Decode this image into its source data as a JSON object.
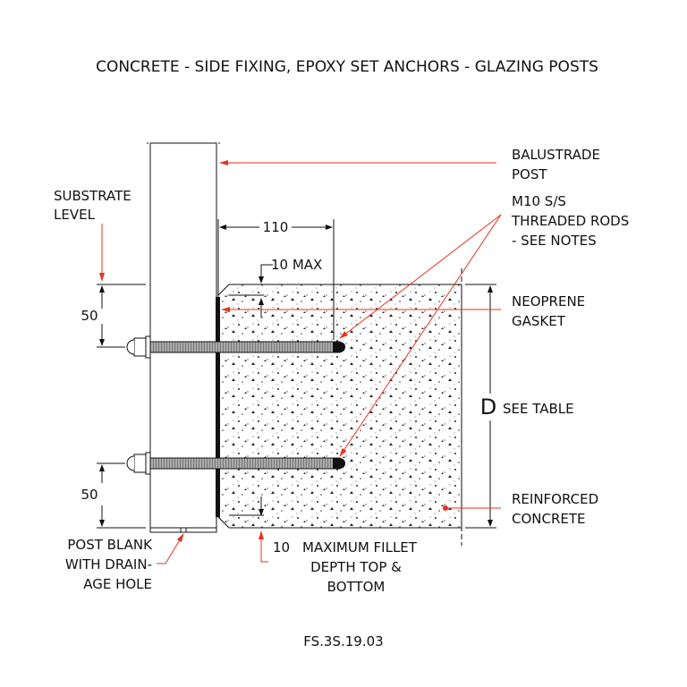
{
  "title": "CONCRETE - SIDE FIXING, EPOXY SET ANCHORS - GLAZING POSTS",
  "drawing_number": "FS.3S.19.03",
  "labels": {
    "balustrade_post": [
      "BALUSTRADE",
      "POST"
    ],
    "threaded_rods": [
      "M10 S/S",
      "THREADED RODS",
      "- SEE NOTES"
    ],
    "substrate_level": [
      "SUBSTRATE",
      "LEVEL"
    ],
    "neoprene_gasket": [
      "NEOPRENE",
      "GASKET"
    ],
    "d_symbol": "D",
    "see_table": "SEE TABLE",
    "reinforced_concrete": [
      "REINFORCED",
      "CONCRETE"
    ],
    "post_blank": [
      "POST BLANK",
      "WITH DRAIN-",
      "AGE HOLE"
    ],
    "fillet_dim": "10",
    "fillet_note": [
      "MAXIMUM FILLET",
      "DEPTH TOP &",
      "BOTTOM"
    ]
  },
  "dimensions": {
    "embed": "110",
    "top_fillet": "10 MAX",
    "top_edge": "50",
    "bottom_edge": "50"
  },
  "colors": {
    "leader": "#e8321f",
    "line": "#111111"
  }
}
